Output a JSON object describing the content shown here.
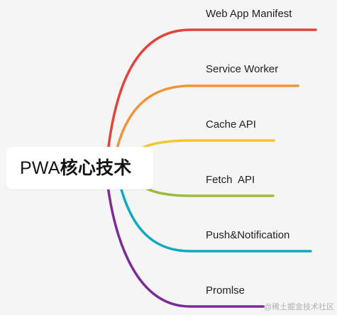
{
  "central": {
    "prefix": "PWA",
    "suffix": "核心技术"
  },
  "branches": [
    {
      "label": "Web App Manifest",
      "color": "#e2433a"
    },
    {
      "label": "Service Worker",
      "color": "#f0943a"
    },
    {
      "label": "Cache API",
      "color": "#f2c531"
    },
    {
      "label": "Fetch  API",
      "color": "#9cbb3c"
    },
    {
      "label": "Push&Notification",
      "color": "#11a8c4"
    },
    {
      "label": "Promlse",
      "color": "#7a2b96"
    }
  ],
  "watermark": "@稀土掘金技术社区"
}
